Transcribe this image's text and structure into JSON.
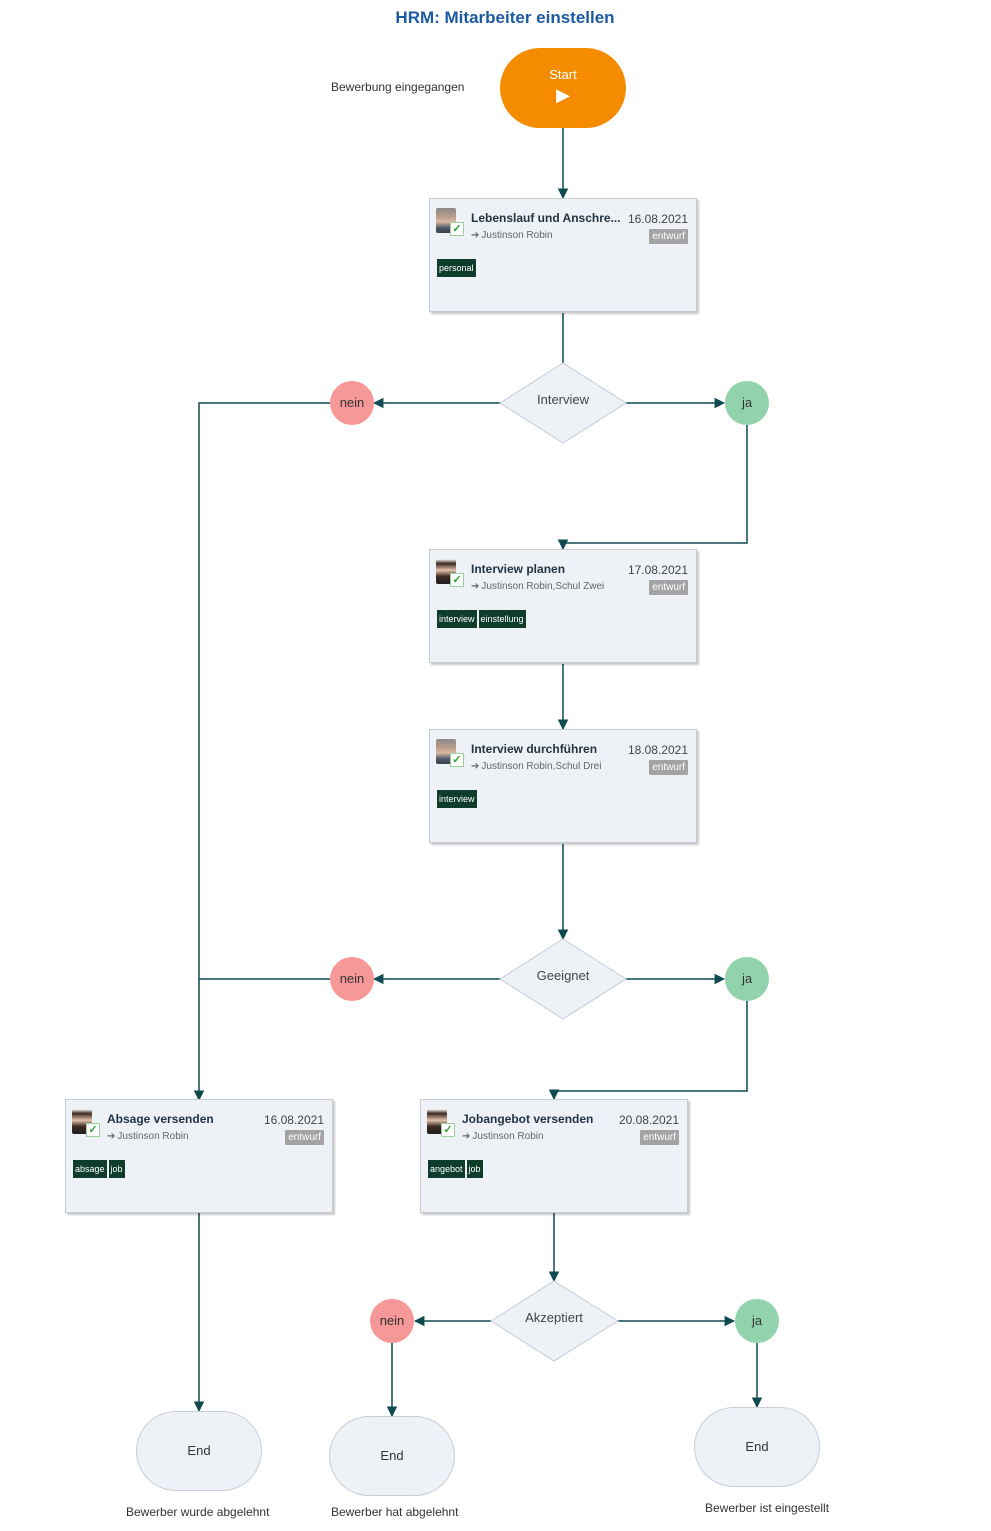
{
  "title": "HRM: Mitarbeiter einstellen",
  "start": {
    "label": "Start",
    "icon": "play-icon",
    "annotation": "Bewerbung eingegangen"
  },
  "colors": {
    "start": "#f58c00",
    "title": "#1d5aa1",
    "connector": "#0e4a50",
    "nein": "#f69898",
    "ja": "#92d3ad",
    "tag": "#0e3d2c",
    "status": "#a3a3a3"
  },
  "tasks": [
    {
      "title": "Lebenslauf und Anschre...",
      "date": "16.08.2021",
      "assignee": "Justinson Robin",
      "status": "entwurf",
      "tags": [
        "personal"
      ],
      "avatar": "male-avatar-icon"
    },
    {
      "title": "Interview planen",
      "date": "17.08.2021",
      "assignee": "Justinson Robin,Schul Zwei",
      "status": "entwurf",
      "tags": [
        "interview",
        "einstellung"
      ],
      "avatar": "female-avatar-icon"
    },
    {
      "title": "Interview durchführen",
      "date": "18.08.2021",
      "assignee": "Justinson Robin,Schul Drei",
      "status": "entwurf",
      "tags": [
        "interview"
      ],
      "avatar": "male-avatar-icon"
    },
    {
      "title": "Absage versenden",
      "date": "16.08.2021",
      "assignee": "Justinson Robin",
      "status": "entwurf",
      "tags": [
        "absage",
        "job"
      ],
      "avatar": "female-avatar-icon"
    },
    {
      "title": "Jobangebot versenden",
      "date": "20.08.2021",
      "assignee": "Justinson Robin",
      "status": "entwurf",
      "tags": [
        "angebot",
        "job"
      ],
      "avatar": "female-avatar-icon"
    }
  ],
  "gateways": [
    {
      "label": "Interview",
      "no": "nein",
      "yes": "ja"
    },
    {
      "label": "Geeignet",
      "no": "nein",
      "yes": "ja"
    },
    {
      "label": "Akzeptiert",
      "no": "nein",
      "yes": "ja"
    }
  ],
  "ends": [
    {
      "label": "End",
      "caption": "Bewerber wurde abgelehnt"
    },
    {
      "label": "End",
      "caption": "Bewerber hat abgelehnt"
    },
    {
      "label": "End",
      "caption": "Bewerber ist eingestellt"
    }
  ]
}
